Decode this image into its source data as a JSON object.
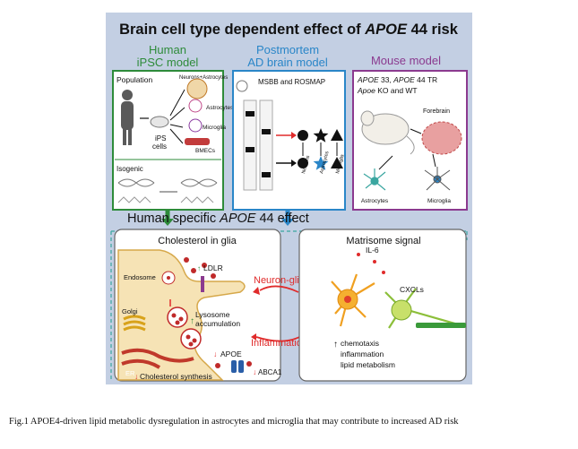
{
  "figure": {
    "title_prefix": "Brain cell type dependent effect of ",
    "title_gene": "APOE",
    "title_suffix": " 44 risk",
    "panels": {
      "human": {
        "title_line1": "Human",
        "title_line2": "iPSC model",
        "population_label": "Population",
        "culture_label": "Neurons+Astrocytes",
        "ips_label_line1": "iPS",
        "ips_label_line2": "cells",
        "cell_types": [
          "Astrocytes",
          "Microglia",
          "BMECs"
        ],
        "isogenic_label": "Isogenic"
      },
      "postmortem": {
        "title_line1": "Postmortem",
        "title_line2": "AD brain model",
        "cohorts": "MSBB and ROSMAP",
        "cell_types": [
          "Neurons",
          "Astrocytes",
          "Microglia"
        ]
      },
      "mouse": {
        "title": "Mouse model",
        "line1_gene_a": "APOE",
        "line1_mid": " 33, ",
        "line1_gene_b": "APOE",
        "line1_end": " 44 TR",
        "line2_gene": "Apoe",
        "line2_end": " KO and WT",
        "forebrain_label": "Forebrain",
        "cell_types": [
          "Astrocytes",
          "Microglia"
        ]
      }
    },
    "specific_effect_prefix": "Human specific ",
    "specific_effect_gene": "APOE",
    "specific_effect_suffix": " 44 effect",
    "glia_panel": {
      "title": "Cholesterol in glia",
      "endosome": "Endosome",
      "golgi": "Golgi",
      "er": "ER",
      "ldlr": "LDLR",
      "lysosome_line1": "Lysosome",
      "lysosome_line2": "accumulation",
      "apoe": "APOE",
      "abca1": "ABCA1",
      "cholesterol_synthesis": "Cholesterol synthesis"
    },
    "matrisome_panel": {
      "title": "Matrisome signal",
      "il6": "IL-6",
      "cxcls": "CXCLs",
      "effects": [
        "chemotaxis",
        "inflammation",
        "lipid metabolism"
      ]
    },
    "arrow_labels": {
      "neuron_glia": "Neuron-glia",
      "inflammation": "Inflammation"
    },
    "colors": {
      "human": "#2e8b3a",
      "postmortem": "#2a86c8",
      "mouse": "#8b3a8f",
      "red": "#e02b2b",
      "background": "#c3cfe3"
    }
  },
  "caption": "Fig.1 APOE4-driven lipid metabolic dysregulation in astrocytes and microglia that may contribute to increased AD risk"
}
